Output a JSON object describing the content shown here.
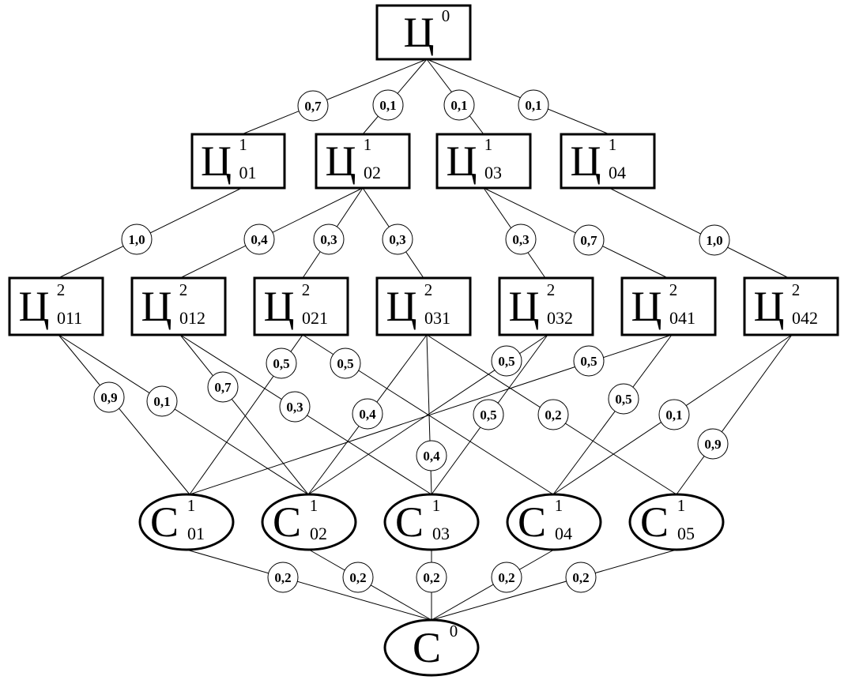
{
  "goal_nodes": [
    {
      "id": "c0",
      "letter": "Ц",
      "sup": "0",
      "sub": ""
    },
    {
      "id": "c01",
      "letter": "Ц",
      "sup": "1",
      "sub": "01"
    },
    {
      "id": "c02",
      "letter": "Ц",
      "sup": "1",
      "sub": "02"
    },
    {
      "id": "c03",
      "letter": "Ц",
      "sup": "1",
      "sub": "03"
    },
    {
      "id": "c04",
      "letter": "Ц",
      "sup": "1",
      "sub": "04"
    },
    {
      "id": "c011",
      "letter": "Ц",
      "sup": "2",
      "sub": "011"
    },
    {
      "id": "c012",
      "letter": "Ц",
      "sup": "2",
      "sub": "012"
    },
    {
      "id": "c021",
      "letter": "Ц",
      "sup": "2",
      "sub": "021"
    },
    {
      "id": "c031",
      "letter": "Ц",
      "sup": "2",
      "sub": "031"
    },
    {
      "id": "c032",
      "letter": "Ц",
      "sup": "2",
      "sub": "032"
    },
    {
      "id": "c041",
      "letter": "Ц",
      "sup": "2",
      "sub": "041"
    },
    {
      "id": "c042",
      "letter": "Ц",
      "sup": "2",
      "sub": "042"
    }
  ],
  "means_nodes": [
    {
      "id": "s01",
      "letter": "С",
      "sup": "1",
      "sub": "01"
    },
    {
      "id": "s02",
      "letter": "С",
      "sup": "1",
      "sub": "02"
    },
    {
      "id": "s03",
      "letter": "С",
      "sup": "1",
      "sub": "03"
    },
    {
      "id": "s04",
      "letter": "С",
      "sup": "1",
      "sub": "04"
    },
    {
      "id": "s05",
      "letter": "С",
      "sup": "1",
      "sub": "05"
    },
    {
      "id": "s0",
      "letter": "С",
      "sup": "0",
      "sub": ""
    }
  ],
  "edges": [
    {
      "from": "c0",
      "to": "c01",
      "weight": "0,7"
    },
    {
      "from": "c0",
      "to": "c02",
      "weight": "0,1"
    },
    {
      "from": "c0",
      "to": "c03",
      "weight": "0,1"
    },
    {
      "from": "c0",
      "to": "c04",
      "weight": "0,1"
    },
    {
      "from": "c01",
      "to": "c011",
      "weight": "1,0"
    },
    {
      "from": "c02",
      "to": "c012",
      "weight": "0,4"
    },
    {
      "from": "c02",
      "to": "c021",
      "weight": "0,3"
    },
    {
      "from": "c02",
      "to": "c031",
      "weight": "0,3"
    },
    {
      "from": "c03",
      "to": "c032",
      "weight": "0,3"
    },
    {
      "from": "c03",
      "to": "c041",
      "weight": "0,7"
    },
    {
      "from": "c04",
      "to": "c042",
      "weight": "1,0"
    },
    {
      "from": "c011",
      "to": "s01",
      "weight": "0,9"
    },
    {
      "from": "c011",
      "to": "s02",
      "weight": "0,1"
    },
    {
      "from": "c012",
      "to": "s02",
      "weight": "0,7"
    },
    {
      "from": "c012",
      "to": "s03",
      "weight": "0,3"
    },
    {
      "from": "c021",
      "to": "s01",
      "weight": "0,5"
    },
    {
      "from": "c021",
      "to": "s04",
      "weight": "0,5"
    },
    {
      "from": "c031",
      "to": "s02",
      "weight": "0,4"
    },
    {
      "from": "c031",
      "to": "s03",
      "weight": "0,4"
    },
    {
      "from": "c031",
      "to": "s05",
      "weight": "0,2"
    },
    {
      "from": "c032",
      "to": "s02",
      "weight": "0,5"
    },
    {
      "from": "c032",
      "to": "s03",
      "weight": "0,5"
    },
    {
      "from": "c041",
      "to": "s01",
      "weight": "0,5"
    },
    {
      "from": "c041",
      "to": "s04",
      "weight": "0,5"
    },
    {
      "from": "c042",
      "to": "s04",
      "weight": "0,1"
    },
    {
      "from": "c042",
      "to": "s05",
      "weight": "0,9"
    },
    {
      "from": "s01",
      "to": "s0",
      "weight": "0,2"
    },
    {
      "from": "s02",
      "to": "s0",
      "weight": "0,2"
    },
    {
      "from": "s03",
      "to": "s0",
      "weight": "0,2"
    },
    {
      "from": "s04",
      "to": "s0",
      "weight": "0,2"
    },
    {
      "from": "s05",
      "to": "s0",
      "weight": "0,2"
    }
  ]
}
